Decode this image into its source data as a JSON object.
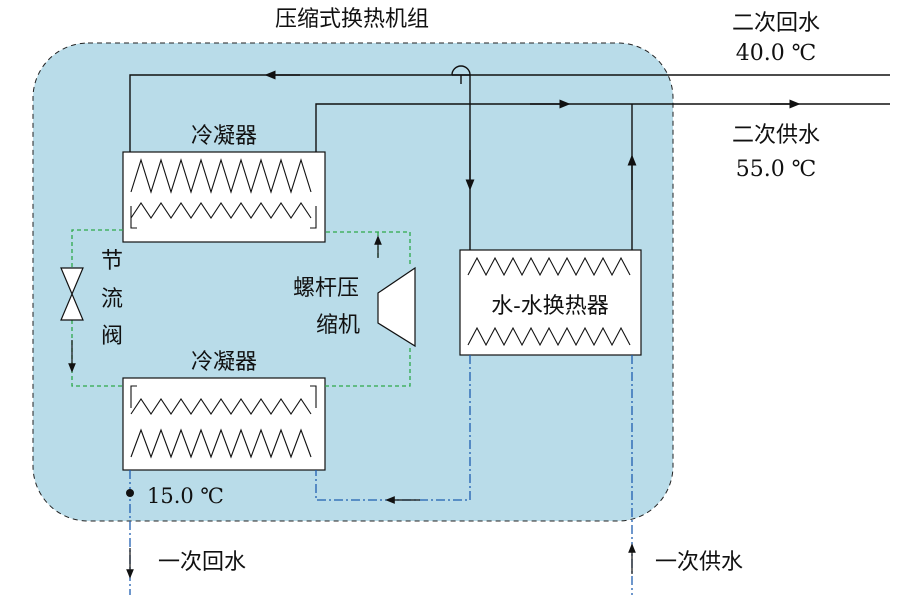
{
  "title": "压缩式换热机组",
  "secondary_return": {
    "label": "二次回水",
    "temp": "40.0 ℃"
  },
  "secondary_supply": {
    "label": "二次供水",
    "temp": "55.0 ℃"
  },
  "condenser_top": {
    "label": "冷凝器"
  },
  "condenser_bottom": {
    "label": "冷凝器"
  },
  "throttle_valve": {
    "label_1": "节",
    "label_2": "流",
    "label_3": "阀"
  },
  "compressor": {
    "label_1": "螺杆压",
    "label_2": "缩机"
  },
  "heat_exchanger": {
    "label": "水-水换热器"
  },
  "evap_outlet_temp": "15.0 ℃",
  "primary_return": {
    "label": "一次回水"
  },
  "primary_supply": {
    "label": "一次供水"
  },
  "colors": {
    "unit_fill": "#b9dce9",
    "refrigerant_line": "#2ea84a",
    "primary_line": "#1f5fb0",
    "solid_line": "#111111"
  }
}
